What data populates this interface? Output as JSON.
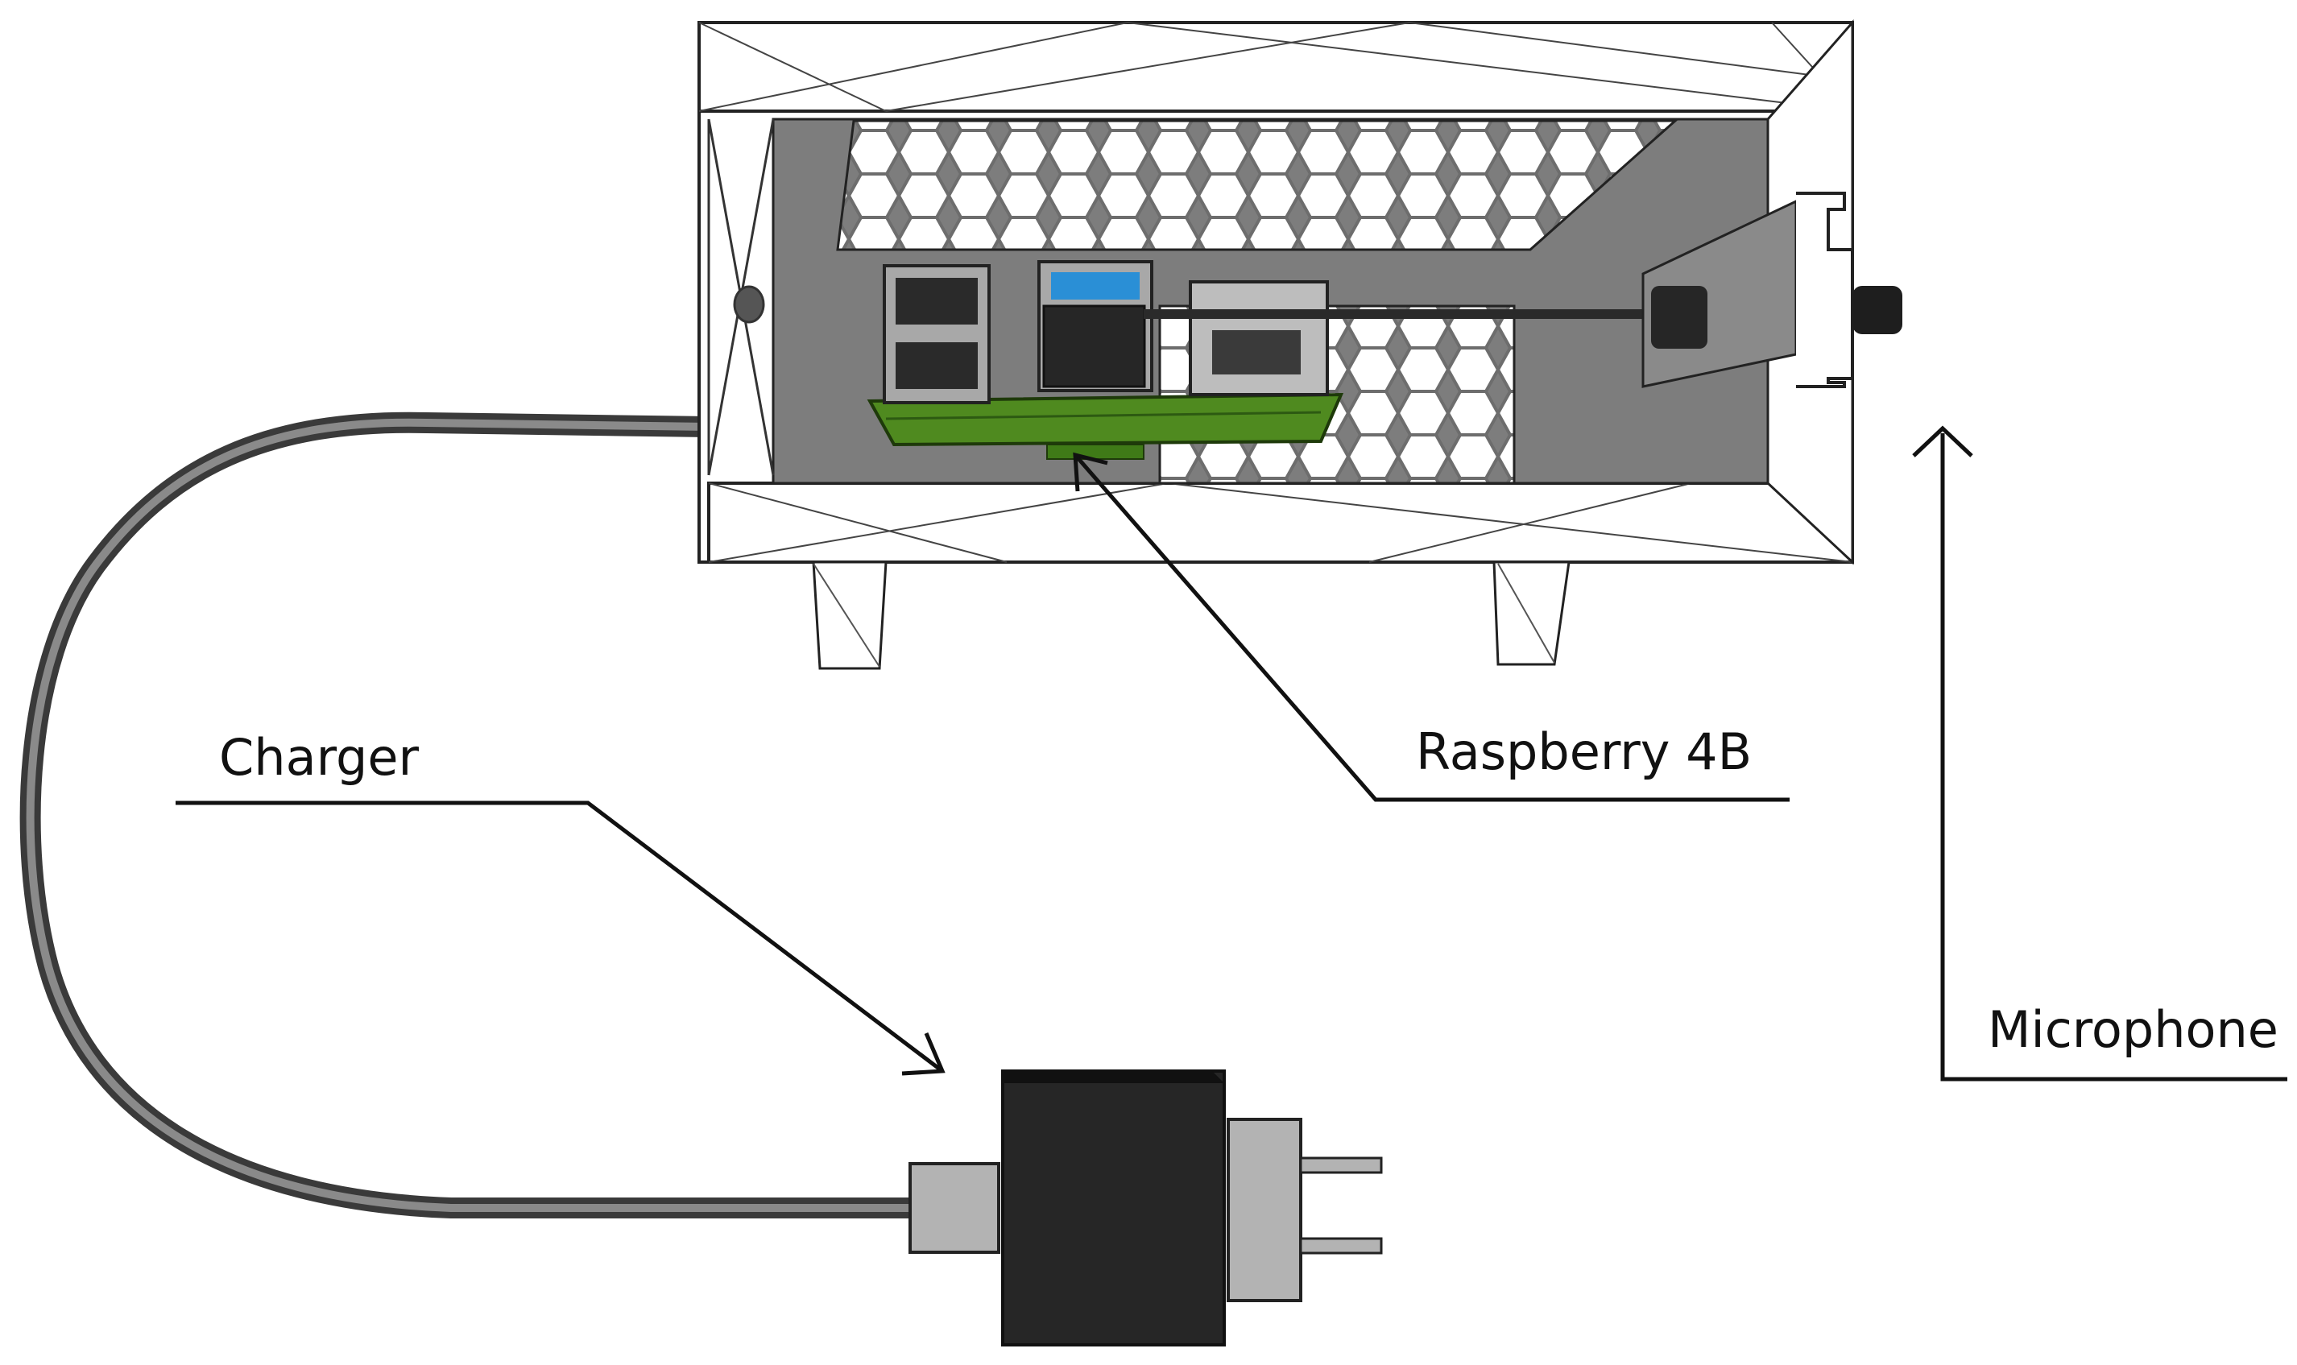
{
  "labels": {
    "charger": "Charger",
    "raspberry": "Raspberry 4B",
    "microphone": "Microphone"
  },
  "colors": {
    "background": "#ffffff",
    "line": "#111111",
    "enclosure_fill": "#ffffff",
    "enclosure_inner": "#7d7d7d",
    "board_green": "#4f8a1f",
    "usb_blue": "#2a8fd6",
    "plug_body": "#262626",
    "plug_side": "#b3b3b3",
    "cable": "#555555"
  },
  "icons": {
    "enclosure": "honeycomb-enclosure-icon",
    "board": "raspberry-pi-board-icon",
    "plug": "power-plug-icon",
    "microphone": "microphone-jack-icon"
  }
}
